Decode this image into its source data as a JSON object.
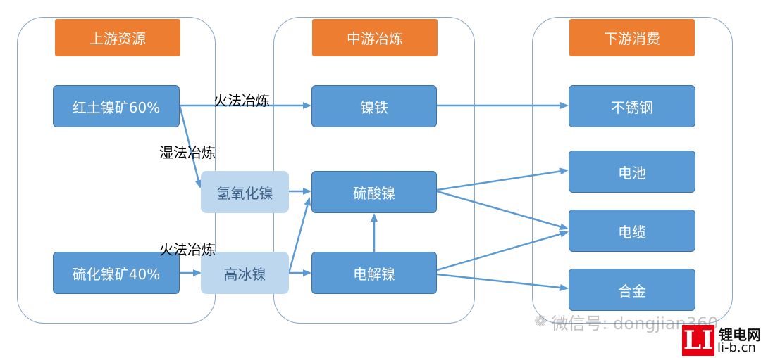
{
  "columns": [
    {
      "header": "上游资源"
    },
    {
      "header": "中游冶炼"
    },
    {
      "header": "下游消费"
    }
  ],
  "nodes": {
    "laterite": "红土镍矿60%",
    "sulfide": "硫化镍矿40%",
    "nickel_hydroxide": "氢氧化镍",
    "high_matte": "高冰镍",
    "ferronickel": "镍铁",
    "nickel_sulfate": "硫酸镍",
    "electrolytic_nickel": "电解镍",
    "stainless_steel": "不锈钢",
    "battery": "电池",
    "cable": "电缆",
    "alloy": "合金"
  },
  "edge_labels": {
    "pyro_top": "火法冶炼",
    "hydro": "湿法冶炼",
    "pyro_bottom": "火法冶炼"
  },
  "colors": {
    "header": "#ed7d31",
    "node": "#5b9bd5",
    "node_light": "#bdd7ee",
    "arrow": "#5b9bd5",
    "column_border": "#8aa6c8"
  },
  "watermark": {
    "icon": "wechat-icon",
    "text": "微信号: dongjian360"
  },
  "logo": {
    "mark": "LI",
    "name": "锂电网",
    "url": "li-b.cn"
  }
}
